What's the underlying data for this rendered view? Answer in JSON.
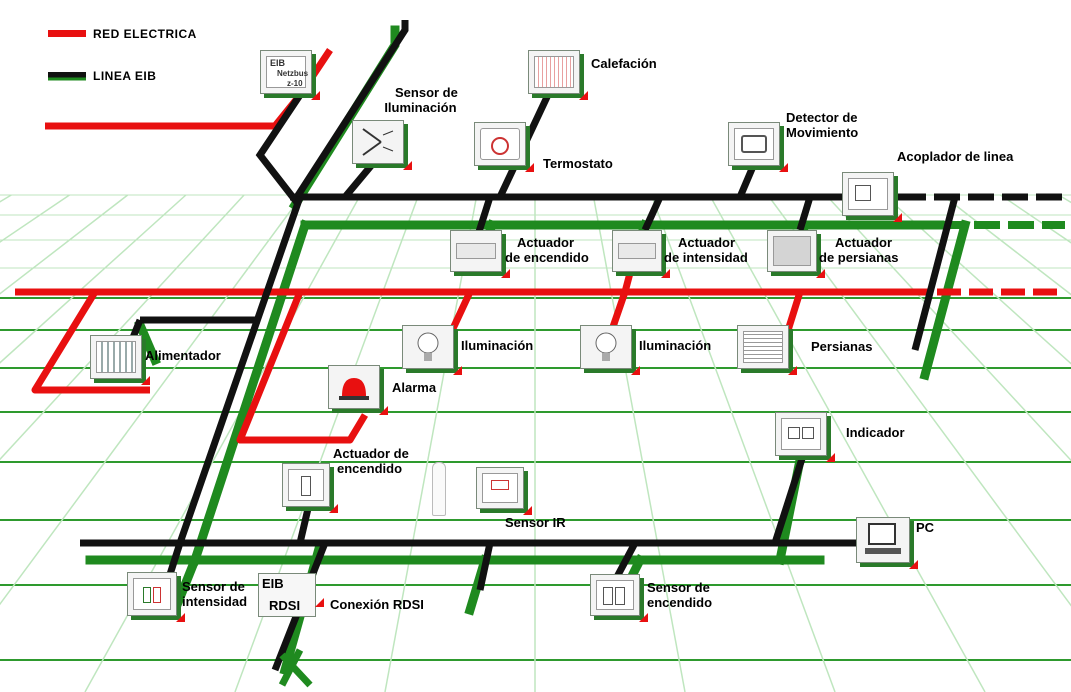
{
  "legend": {
    "power": {
      "label": "RED ELECTRICA",
      "color": "#e81010"
    },
    "bus": {
      "label": "LINEA EIB",
      "color": "#111111"
    }
  },
  "colors": {
    "bus": "#111111",
    "power": "#e81010",
    "shadow": "#1f8a1f",
    "grid": "#2e9a2e",
    "grid_light": "#bfe6bf"
  },
  "devices": {
    "netzbus": {
      "line1": "EIB",
      "line2": "Netzbus",
      "line3": "z-10",
      "icon": "power-supply-module-icon"
    },
    "sensor_iluminacion": {
      "label_1": "Sensor de",
      "label_2": "Iluminación",
      "icon": "light-sensor-icon"
    },
    "calefaccion": {
      "label": "Calefación",
      "icon": "heater-icon"
    },
    "termostato": {
      "label": "Termostato",
      "icon": "thermostat-icon"
    },
    "detector": {
      "label_1": "Detector de",
      "label_2": "Movimiento",
      "icon": "motion-detector-icon"
    },
    "acoplador": {
      "label": "Acoplador de linea",
      "icon": "line-coupler-icon"
    },
    "act_encendido_top": {
      "label_1": "Actuador",
      "label_2": "de encendido",
      "icon": "switch-actuator-icon"
    },
    "act_intensidad": {
      "label_1": "Actuador",
      "label_2": "de intensidad",
      "icon": "dimmer-actuator-icon"
    },
    "act_persianas": {
      "label_1": "Actuador",
      "label_2": "de persianas",
      "icon": "blind-actuator-icon"
    },
    "alimentador": {
      "label": "Alimentador",
      "icon": "power-supply-icon"
    },
    "iluminacion_1": {
      "label": "Iluminación",
      "icon": "light-bulb-icon"
    },
    "iluminacion_2": {
      "label": "Iluminación",
      "icon": "light-bulb-icon"
    },
    "persianas": {
      "label": "Persianas",
      "icon": "blinds-icon"
    },
    "alarma": {
      "label": "Alarma",
      "icon": "alarm-light-icon"
    },
    "indicador": {
      "label": "Indicador",
      "icon": "indicator-panel-icon"
    },
    "act_encendido_bottom": {
      "label_1": "Actuador de",
      "label_2": "encendido",
      "icon": "switch-actuator-icon"
    },
    "sensor_ir": {
      "label": "Sensor IR",
      "icon": "ir-sensor-icon"
    },
    "pc": {
      "label": "PC",
      "icon": "computer-icon"
    },
    "sensor_intensidad": {
      "label_1": "Sensor de",
      "label_2": "intensidad",
      "icon": "dimmer-sensor-icon"
    },
    "eib_rdsi": {
      "label_1": "EIB",
      "label_2": "RDSI",
      "icon": "isdn-gateway-icon"
    },
    "conexion_rdsi": {
      "label": "Conexión RDSI"
    },
    "sensor_encendido": {
      "label_1": "Sensor de",
      "label_2": "encendido",
      "icon": "switch-sensor-icon"
    }
  }
}
